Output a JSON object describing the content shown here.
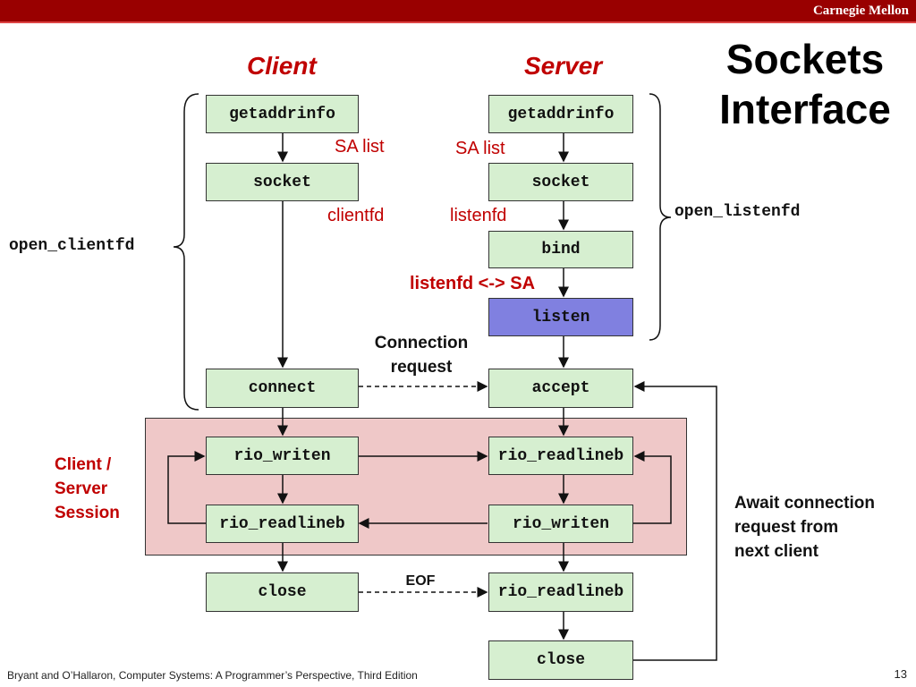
{
  "header": {
    "brand": "Carnegie Mellon"
  },
  "title": {
    "line1": "Sockets",
    "line2": "Interface"
  },
  "columns": {
    "client": "Client",
    "server": "Server"
  },
  "client_boxes": {
    "getaddrinfo": "getaddrinfo",
    "socket": "socket",
    "connect": "connect",
    "rio_writen": "rio_writen",
    "rio_readlineb": "rio_readlineb",
    "close": "close"
  },
  "server_boxes": {
    "getaddrinfo": "getaddrinfo",
    "socket": "socket",
    "bind": "bind",
    "listen": "listen",
    "accept": "accept",
    "rio_readlineb": "rio_readlineb",
    "rio_writen": "rio_writen",
    "rio_readlineb_eof": "rio_readlineb",
    "close": "close"
  },
  "labels": {
    "client_sa_list": "SA list",
    "server_sa_list": "SA list",
    "clientfd": "clientfd",
    "listenfd": "listenfd",
    "listenfd_sa": "listenfd <-> SA",
    "connection_request_1": "Connection",
    "connection_request_2": "request",
    "eof": "EOF",
    "session_1": "Client /",
    "session_2": "Server",
    "session_3": "Session",
    "await_1": "Await connection",
    "await_2": "request from",
    "await_3": "next client",
    "open_clientfd": "open_clientfd",
    "open_listenfd": "open_listenfd"
  },
  "footer": {
    "citation": "Bryant and O’Hallaron, Computer Systems: A Programmer’s Perspective, Third Edition",
    "page": "13"
  },
  "colors": {
    "brand_bar": "#990000",
    "accent_red": "#c00000",
    "box_green": "#d6efd0",
    "box_listen": "#8080e0",
    "session_bg": "#efc8c8"
  }
}
